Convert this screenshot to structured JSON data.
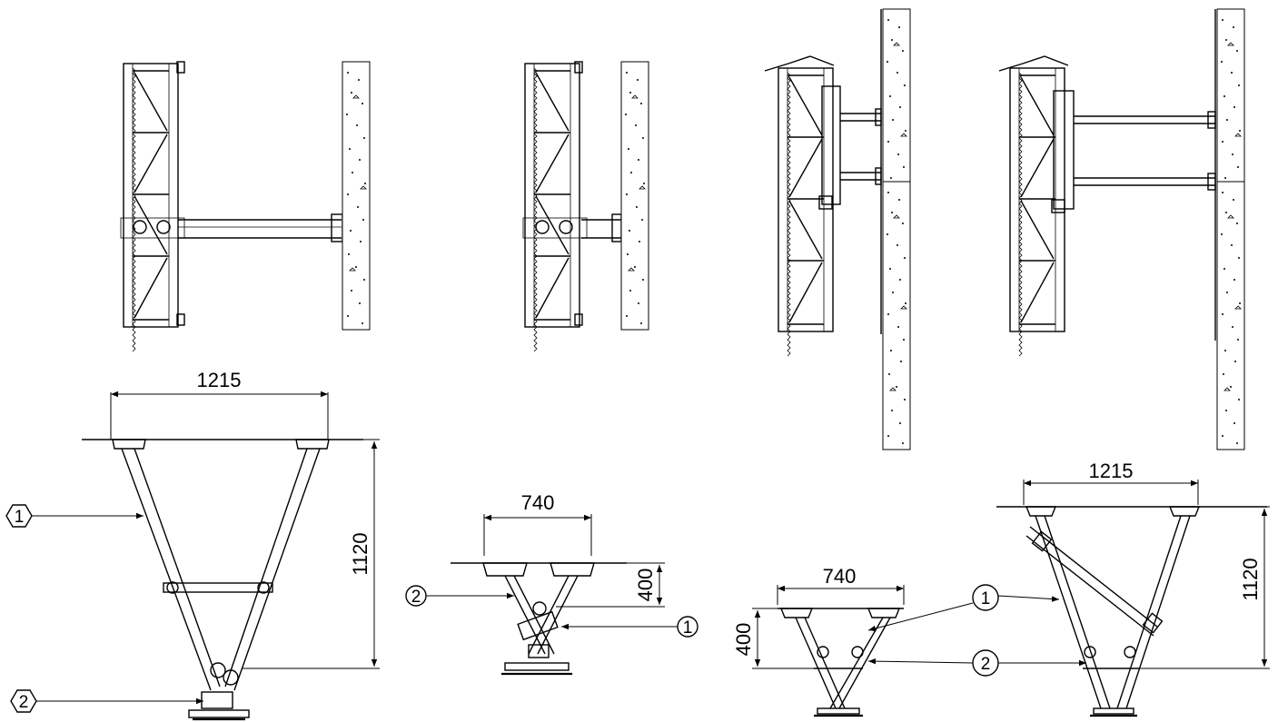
{
  "dimensions": {
    "left_width": "1215",
    "left_height": "1120",
    "mid_width": "740",
    "mid_height": "400",
    "right_small_width": "740",
    "right_small_height": "400",
    "right_large_width": "1215",
    "right_large_height": "1120"
  },
  "callouts": {
    "left_1": "1",
    "left_2": "2",
    "mid_1": "1",
    "mid_2": "2",
    "right_1": "1",
    "right_2": "2"
  }
}
